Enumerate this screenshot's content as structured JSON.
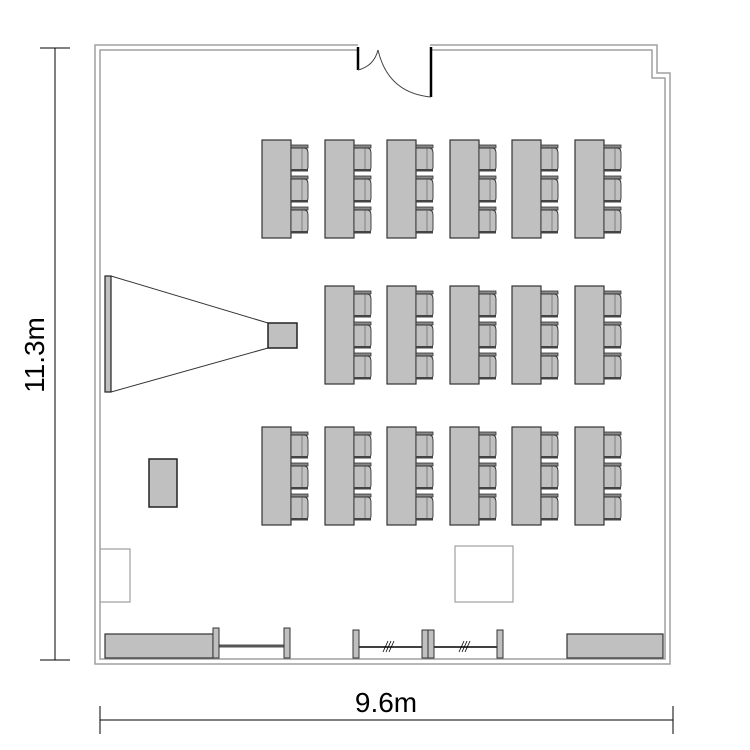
{
  "dimensions": {
    "height_label": "11.3m",
    "width_label": "9.6m"
  },
  "layout": {
    "desk_rows": [
      6,
      5,
      6
    ],
    "chairs_per_desk": 3
  },
  "colors": {
    "wall": "#a0a0a0",
    "furniture_fill": "#c0c0c0",
    "furniture_stroke": "#333333",
    "line": "#000000"
  }
}
